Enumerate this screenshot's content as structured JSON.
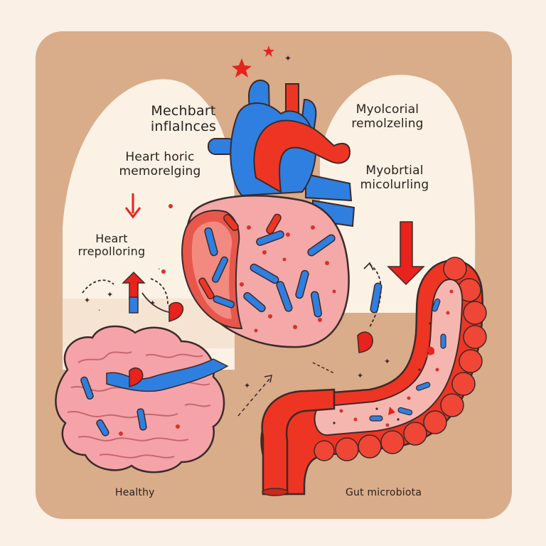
{
  "labels": {
    "mechbart_line1": "Mechbart",
    "mechbart_line2": "inflalnces",
    "heart_horic_line1": "Heart horic",
    "heart_horic_line2": "memorelging",
    "heart_rrep_line1": "Heart",
    "heart_rrep_line2": "rrepolloring",
    "myolcorial_line1": "Myolcorial",
    "myolcorial_line2": "remolzeling",
    "myobrtial_line1": "Myobrtial",
    "myobrtial_line2": "micolurling",
    "healthy": "Healthy",
    "gut_microbiota": "Gut microbiota"
  },
  "colors": {
    "background": "#faf0e6",
    "panel": "#d9ac8a",
    "arch": "#fbf1e4",
    "vessel_blue": "#2f7fe0",
    "vessel_red": "#ee3524",
    "heart_pink": "#f4a8a8",
    "brain_pink": "#f5a3a8",
    "arrow_red": "#e8221c"
  },
  "icons": [
    "heart",
    "brain",
    "intestine",
    "down-arrow",
    "up-arrow",
    "star",
    "curved-arrow"
  ]
}
